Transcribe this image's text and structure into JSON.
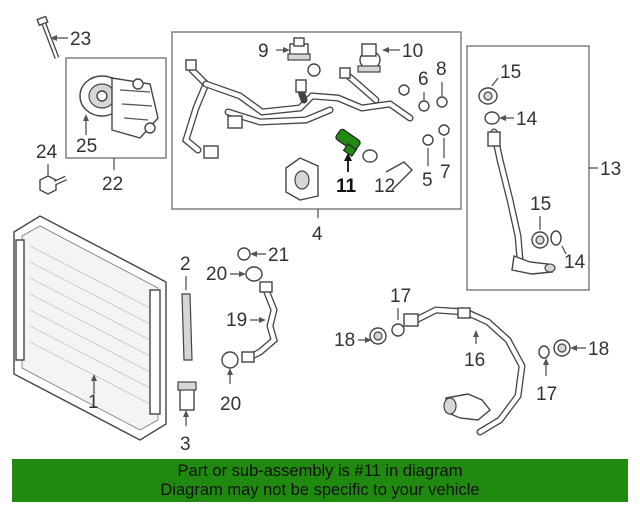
{
  "callouts": {
    "c1": "1",
    "c2": "2",
    "c3": "3",
    "c4": "4",
    "c5": "5",
    "c6": "6",
    "c7": "7",
    "c8": "8",
    "c9": "9",
    "c10": "10",
    "c11": "11",
    "c12": "12",
    "c13": "13",
    "c14a": "14",
    "c14b": "14",
    "c15a": "15",
    "c15b": "15",
    "c16": "16",
    "c17a": "17",
    "c17b": "17",
    "c18a": "18",
    "c18b": "18",
    "c19": "19",
    "c20a": "20",
    "c20b": "20",
    "c21": "21",
    "c22": "22",
    "c23": "23",
    "c24": "24",
    "c25": "25"
  },
  "highlight": {
    "part_number": "11",
    "color": "#1f8a0f"
  },
  "banner": {
    "line1": "Part or sub-assembly is #11 in diagram",
    "line2": "Diagram may not be specific to your vehicle",
    "background": "#1f8a0f"
  }
}
